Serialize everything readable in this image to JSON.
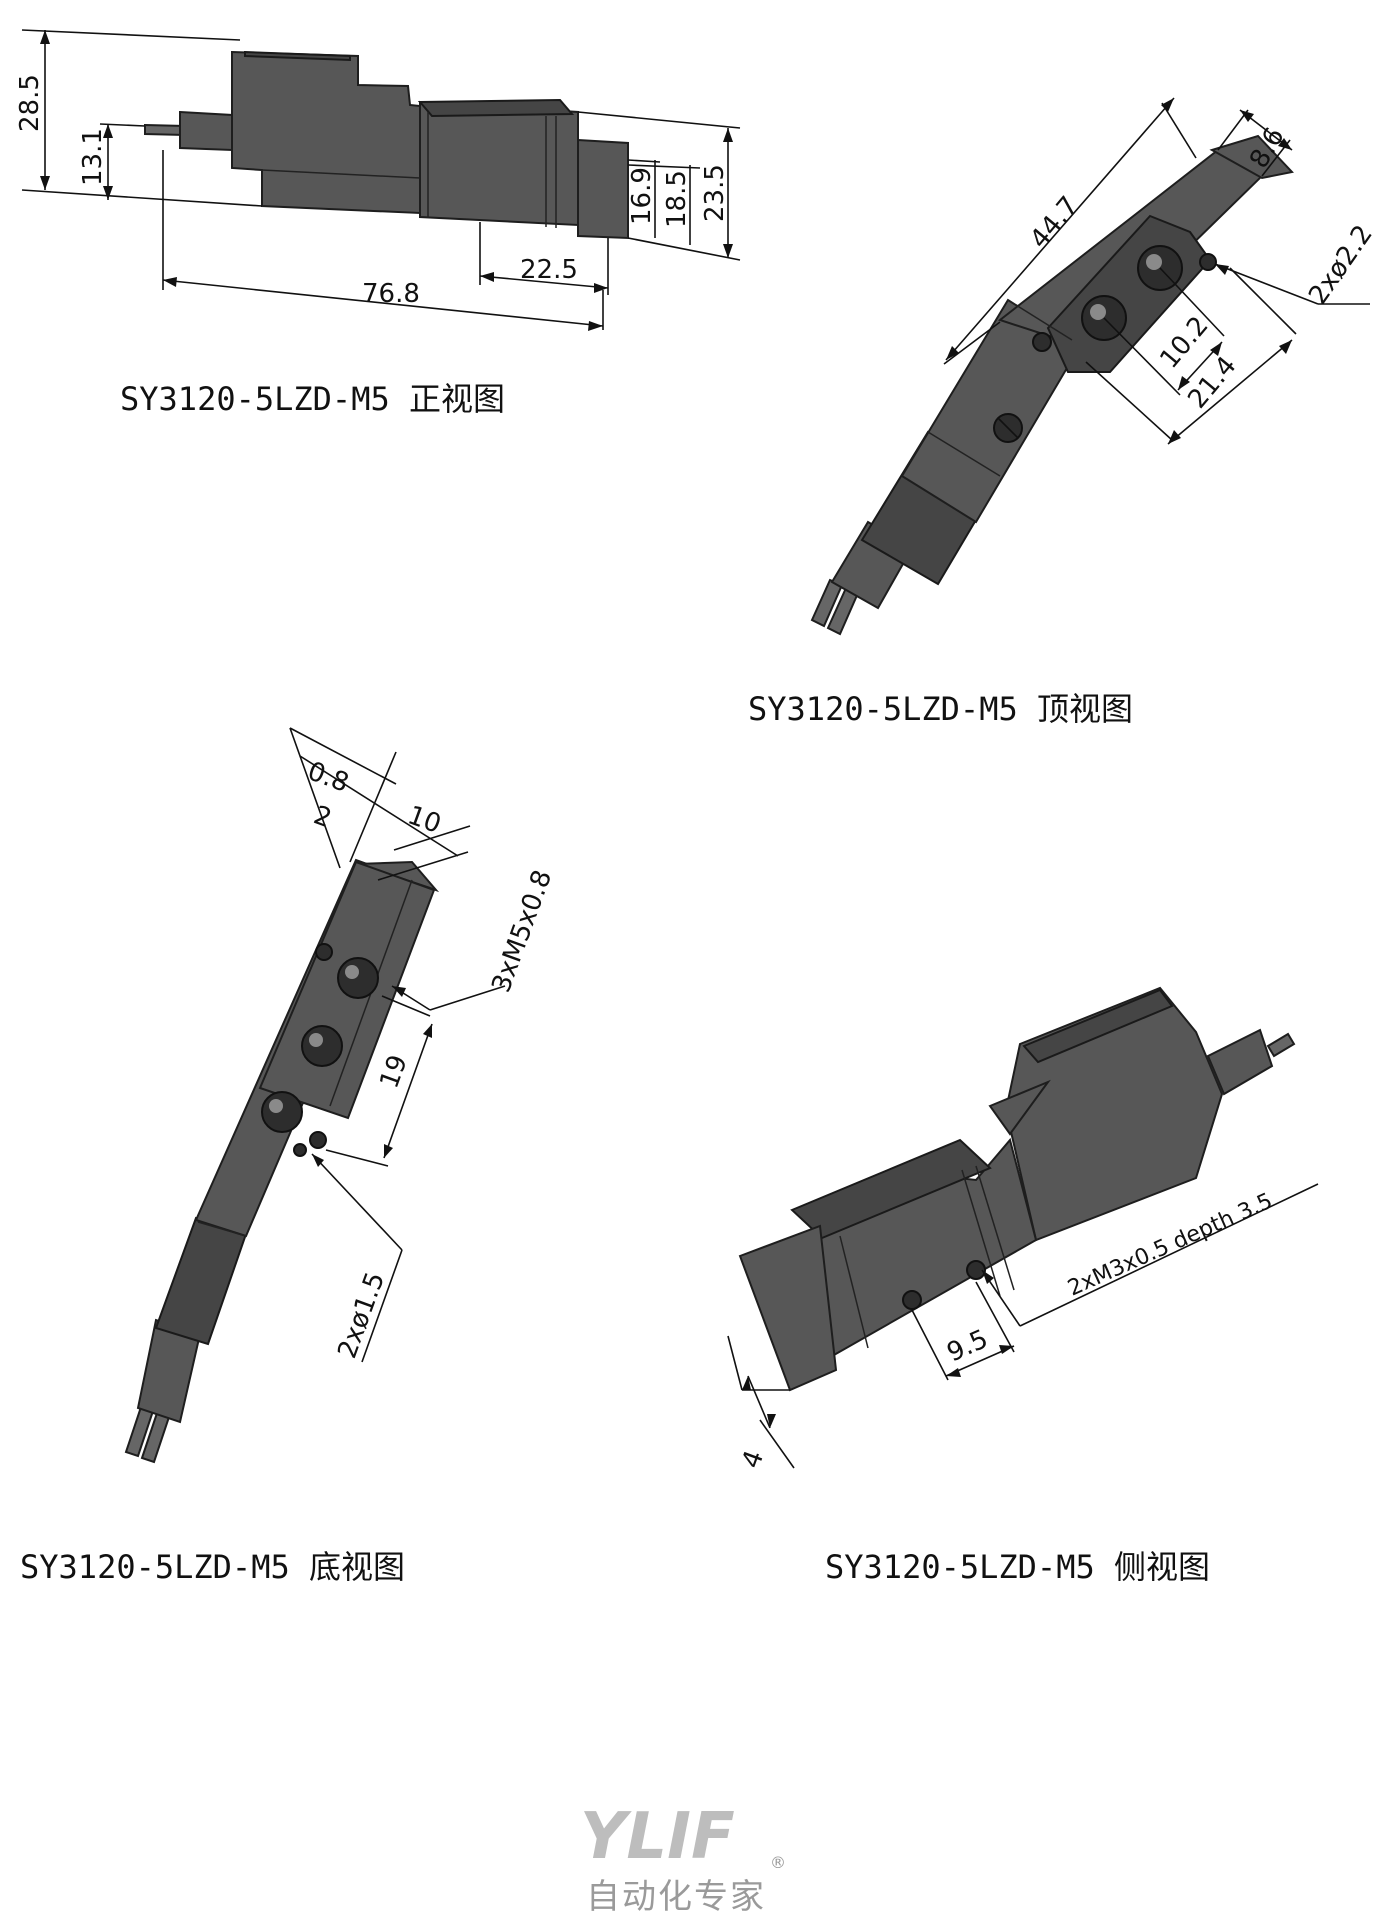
{
  "views": {
    "front": {
      "caption": "SY3120-5LZD-M5 正视图",
      "dims": {
        "d28_5": "28.5",
        "d13_1": "13.1",
        "d16_9": "16.9",
        "d18_5": "18.5",
        "d23_5": "23.5",
        "d22_5": "22.5",
        "d76_8": "76.8"
      }
    },
    "top": {
      "caption": "SY3120-5LZD-M5 顶视图",
      "dims": {
        "d44_7": "44.7",
        "d8_6": "8.6",
        "d2xo2_2": "2xø2.2",
        "d10_2": "10.2",
        "d21_4": "21.4"
      }
    },
    "bottom": {
      "caption": "SY3120-5LZD-M5 底视图",
      "dims": {
        "d0_8": "0.8",
        "d2": "2",
        "d10": "10",
        "d3xm5": "3xM5x0.8",
        "d19": "19",
        "d2xo1_5": "2xø1.5"
      }
    },
    "side": {
      "caption": "SY3120-5LZD-M5 侧视图",
      "dims": {
        "dm3": "2xM3x0.5 depth 3.5",
        "d9_5": "9.5",
        "d4": "4"
      }
    }
  },
  "brand": {
    "logo": "YLIF",
    "registered": "®",
    "tagline": "自动化专家"
  },
  "colors": {
    "body": "#575757",
    "body_dark": "#454545",
    "line": "#111111",
    "logo": "#bdbdbd"
  }
}
